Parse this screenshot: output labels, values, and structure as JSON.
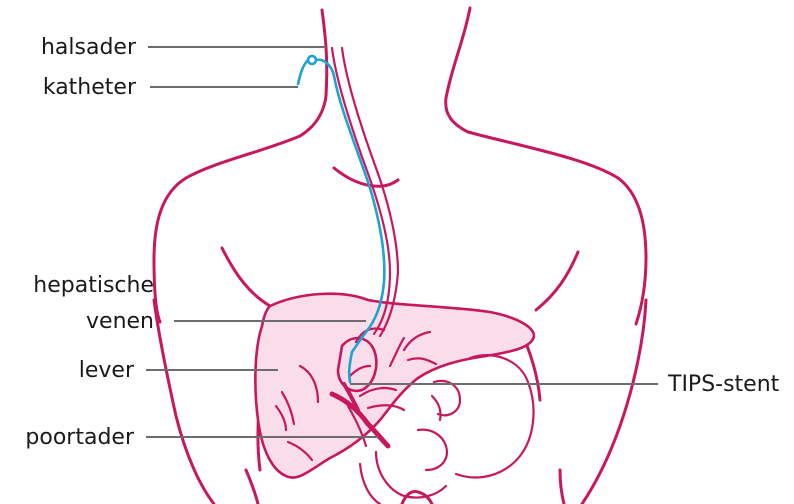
{
  "colors": {
    "accent": "#c8175e",
    "liver_fill": "#f9dde9",
    "catheter": "#1ea3d3",
    "leader": "#6d6d6d"
  },
  "labels": {
    "jugular_vein": "halsader",
    "catheter": "katheter",
    "hepatic_veins_line1": "hepatische",
    "hepatic_veins_line2": "venen",
    "liver": "lever",
    "portal_vein": "poortader",
    "tips_stent": "TIPS-stent"
  }
}
